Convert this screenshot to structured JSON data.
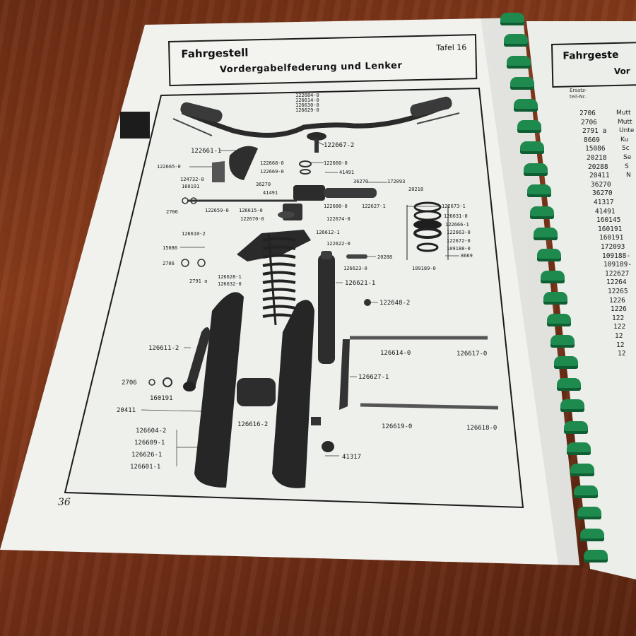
{
  "left_page": {
    "header": {
      "title": "Fahrgestell",
      "tafel": "Tafel 16",
      "subtitle": "Vordergabelfederung und Lenker"
    },
    "page_number": "36",
    "part_labels": [
      {
        "id": "top1",
        "text": "122684-0"
      },
      {
        "id": "top2",
        "text": "126614-0"
      },
      {
        "id": "top3",
        "text": "126630-0"
      },
      {
        "id": "top4",
        "text": "126629-0"
      },
      {
        "id": "p122661",
        "text": "122661-1"
      },
      {
        "id": "p122667",
        "text": "122667-2"
      },
      {
        "id": "p122665",
        "text": "122665-0"
      },
      {
        "id": "p122668",
        "text": "122668-0"
      },
      {
        "id": "p122660",
        "text": "122660-0"
      },
      {
        "id": "p122669",
        "text": "122669-0"
      },
      {
        "id": "p41491a",
        "text": "41491"
      },
      {
        "id": "p124732",
        "text": "124732-0"
      },
      {
        "id": "p160191a",
        "text": "160191"
      },
      {
        "id": "p36270a",
        "text": "36270"
      },
      {
        "id": "p36270b",
        "text": "36270"
      },
      {
        "id": "p172093",
        "text": "172093"
      },
      {
        "id": "p20218",
        "text": "20218"
      },
      {
        "id": "p41491b",
        "text": "41491"
      },
      {
        "id": "p2706a",
        "text": "2706"
      },
      {
        "id": "p122659",
        "text": "122659-0"
      },
      {
        "id": "p126615",
        "text": "126615-0"
      },
      {
        "id": "p122680",
        "text": "122680-0"
      },
      {
        "id": "p122627",
        "text": "122627-1"
      },
      {
        "id": "p122673",
        "text": "122673-1"
      },
      {
        "id": "p122670",
        "text": "122670-0"
      },
      {
        "id": "p122674",
        "text": "122674-0"
      },
      {
        "id": "p126631",
        "text": "126631-0"
      },
      {
        "id": "p122666",
        "text": "122666-1"
      },
      {
        "id": "p126610",
        "text": "126610-2"
      },
      {
        "id": "p126612",
        "text": "126612-1"
      },
      {
        "id": "p122663",
        "text": "122663-0"
      },
      {
        "id": "p122672",
        "text": "122672-0"
      },
      {
        "id": "p122622",
        "text": "122622-0"
      },
      {
        "id": "p15086",
        "text": "15086"
      },
      {
        "id": "p109188",
        "text": "109188-0"
      },
      {
        "id": "p8669",
        "text": "8669"
      },
      {
        "id": "p20288",
        "text": "20288"
      },
      {
        "id": "p2706b",
        "text": "2706"
      },
      {
        "id": "p126623",
        "text": "126623-0"
      },
      {
        "id": "p109189",
        "text": "109189-0"
      },
      {
        "id": "p126628",
        "text": "126628-1"
      },
      {
        "id": "p2791a",
        "text": "2791 a"
      },
      {
        "id": "p126632",
        "text": "126632-0"
      },
      {
        "id": "p126621",
        "text": "126621-1"
      },
      {
        "id": "p122648",
        "text": "122648-2"
      },
      {
        "id": "p126611",
        "text": "126611-2"
      },
      {
        "id": "p126614",
        "text": "126614-0"
      },
      {
        "id": "p126617",
        "text": "126617-0"
      },
      {
        "id": "p126627",
        "text": "126627-1"
      },
      {
        "id": "p2706c",
        "text": "2706"
      },
      {
        "id": "p160191b",
        "text": "160191"
      },
      {
        "id": "p20411",
        "text": "20411"
      },
      {
        "id": "p126616",
        "text": "126616-2"
      },
      {
        "id": "p126619",
        "text": "126619-0"
      },
      {
        "id": "p126618",
        "text": "126618-0"
      },
      {
        "id": "p126604",
        "text": "126604-2"
      },
      {
        "id": "p126609",
        "text": "126609-1"
      },
      {
        "id": "p126626",
        "text": "126626-1"
      },
      {
        "id": "p126601",
        "text": "126601-1"
      },
      {
        "id": "p41317",
        "text": "41317"
      }
    ]
  },
  "right_page": {
    "header": {
      "title": "Fahrgeste",
      "subtitle": "Vor"
    },
    "column_head": [
      "Ersatz-",
      "teil-Nr."
    ],
    "rows": [
      {
        "num": "2706",
        "desc": "Mutt"
      },
      {
        "num": "2706",
        "desc": "Mutt"
      },
      {
        "num": "2791 a",
        "desc": "Unte"
      },
      {
        "num": "8669",
        "desc": "Ku"
      },
      {
        "num": "15086",
        "desc": "Sc"
      },
      {
        "num": "20218",
        "desc": "Se"
      },
      {
        "num": "20288",
        "desc": "S"
      },
      {
        "num": "20411",
        "desc": "N"
      },
      {
        "num": "36270",
        "desc": ""
      },
      {
        "num": "36270",
        "desc": ""
      },
      {
        "num": "41317",
        "desc": ""
      },
      {
        "num": "41491",
        "desc": ""
      },
      {
        "num": "160145",
        "desc": ""
      },
      {
        "num": "160191",
        "desc": ""
      },
      {
        "num": "160191",
        "desc": ""
      },
      {
        "num": "172093",
        "desc": ""
      },
      {
        "num": "109188-",
        "desc": ""
      },
      {
        "num": "109189-",
        "desc": ""
      },
      {
        "num": "122627",
        "desc": ""
      },
      {
        "num": "12264",
        "desc": ""
      },
      {
        "num": "12265",
        "desc": ""
      },
      {
        "num": "1226",
        "desc": ""
      },
      {
        "num": "1226",
        "desc": ""
      },
      {
        "num": "122",
        "desc": ""
      },
      {
        "num": "122",
        "desc": ""
      },
      {
        "num": "12",
        "desc": ""
      },
      {
        "num": "12",
        "desc": ""
      },
      {
        "num": "12",
        "desc": ""
      }
    ]
  },
  "colors": {
    "binding": "#1e8a4e",
    "paper": "#f1f2ee",
    "table": "#7a3318"
  }
}
